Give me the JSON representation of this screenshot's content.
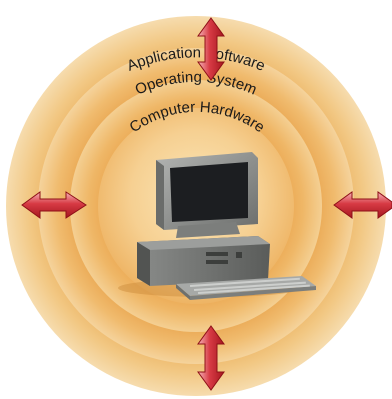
{
  "diagram": {
    "layers": [
      {
        "id": "outer",
        "label": "Application Software"
      },
      {
        "id": "middle",
        "label": "Operating System"
      },
      {
        "id": "inner",
        "label": "Computer Hardware"
      }
    ],
    "colors": {
      "outer_ring": "#f0c27c",
      "outer_ring_edge": "#f7dfb4",
      "middle_ring": "#eeb263",
      "inner_ring": "#e9a24d",
      "core": "#f6cf8c",
      "arrow_red": "#c8202a",
      "arrow_pink": "#f2a3a9",
      "monitor_body": "#8d8f8d",
      "screen": "#1d1f22",
      "tower": "#6f716f",
      "keyboard": "#9a9c9a"
    },
    "arrows": [
      "top",
      "bottom",
      "left",
      "right"
    ],
    "center_icon": "computer-icon"
  }
}
